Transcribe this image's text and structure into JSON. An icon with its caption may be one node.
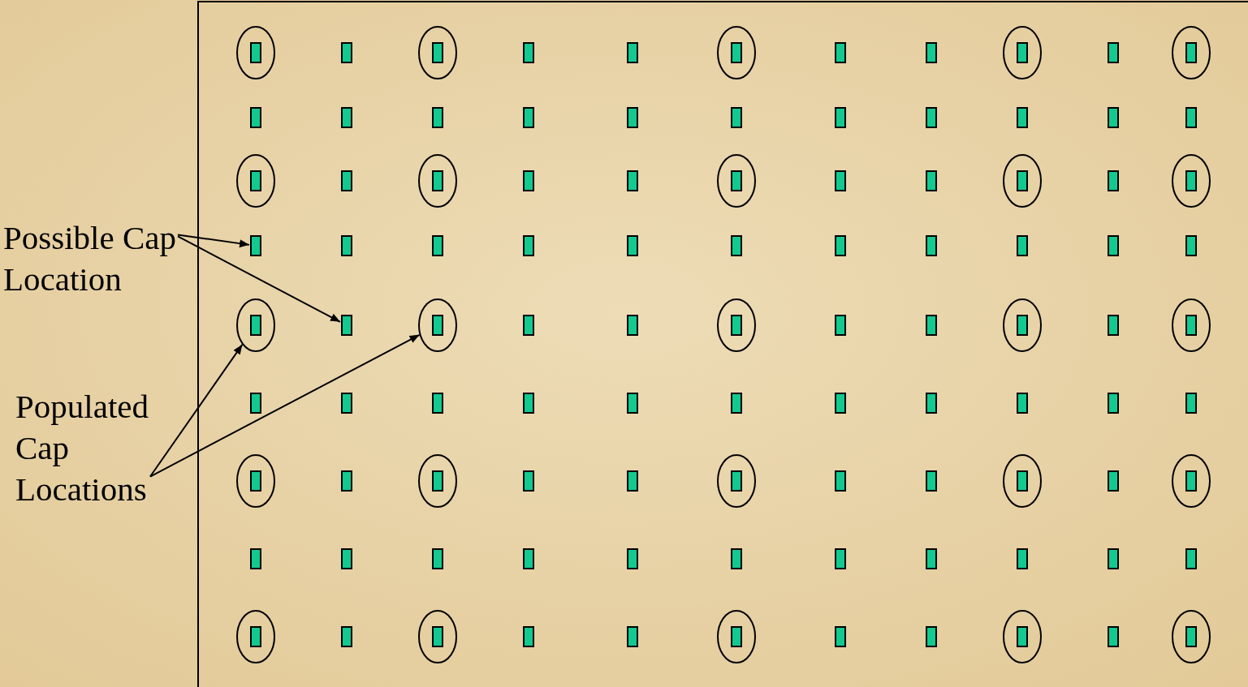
{
  "diagram": {
    "nodes": [
      {
        "text": [
          "Possible Cap Location"
        ]
      },
      {
        "text": [],
        "shape": "box"
      },
      {
        "text": [],
        "shape": "box"
      },
      {
        "text": [],
        "shape": "circle"
      },
      {
        "text": [],
        "shape": "circle"
      },
      {
        "text": [
          "Populated Cap Locations"
        ]
      }
    ],
    "edges": [
      {
        "from": 0,
        "to": 1,
        "arrow": "to"
      },
      {
        "from": 0,
        "to": 2,
        "arrow": "to"
      },
      {
        "from": 5,
        "to": 3,
        "arrow": "to"
      },
      {
        "from": 5,
        "to": 4,
        "arrow": "to"
      }
    ]
  }
}
